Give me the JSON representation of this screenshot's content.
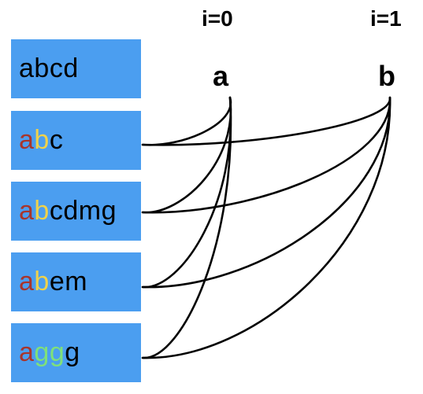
{
  "headers": [
    {
      "label": "i=0"
    },
    {
      "label": "i=1"
    }
  ],
  "nodes": [
    {
      "label": "a"
    },
    {
      "label": "b"
    }
  ],
  "strings": [
    {
      "segments": [
        {
          "text": "abcd",
          "color": "#000000"
        }
      ]
    },
    {
      "segments": [
        {
          "text": "a",
          "color": "#a8352c"
        },
        {
          "text": "b",
          "color": "#f0d24a"
        },
        {
          "text": "c",
          "color": "#000000"
        }
      ]
    },
    {
      "segments": [
        {
          "text": "a",
          "color": "#a8352c"
        },
        {
          "text": "b",
          "color": "#f0d24a"
        },
        {
          "text": "cdmg",
          "color": "#000000"
        }
      ]
    },
    {
      "segments": [
        {
          "text": "a",
          "color": "#a8352c"
        },
        {
          "text": "b",
          "color": "#f0d24a"
        },
        {
          "text": "em",
          "color": "#000000"
        }
      ]
    },
    {
      "segments": [
        {
          "text": "a",
          "color": "#a8352c"
        },
        {
          "text": "gg",
          "color": "#7fe07a"
        },
        {
          "text": "g",
          "color": "#000000"
        }
      ]
    }
  ],
  "edges": [
    {
      "from_node": 0,
      "to_string": 1
    },
    {
      "from_node": 0,
      "to_string": 2
    },
    {
      "from_node": 0,
      "to_string": 3
    },
    {
      "from_node": 0,
      "to_string": 4
    },
    {
      "from_node": 1,
      "to_string": 1
    },
    {
      "from_node": 1,
      "to_string": 2
    },
    {
      "from_node": 1,
      "to_string": 3
    },
    {
      "from_node": 1,
      "to_string": 4
    }
  ],
  "colors": {
    "box": "#4b9ef0",
    "edge": "#000000"
  }
}
